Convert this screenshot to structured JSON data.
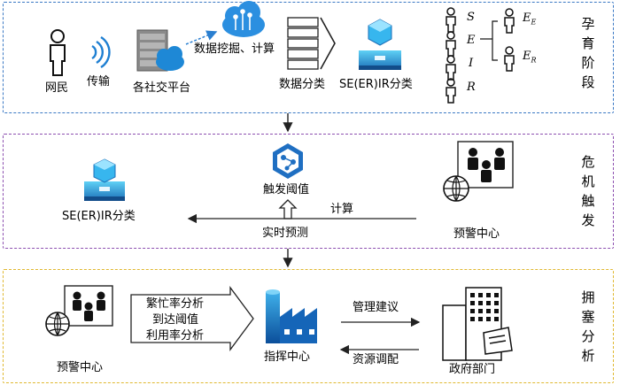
{
  "sections": {
    "incubation": {
      "title": "孕育阶段",
      "border_color": "#3a78c4",
      "labels": {
        "netizen": "网民",
        "transmit": "传输",
        "platform": "各社交平台",
        "mining": "数据挖掘、计算",
        "classify": "数据分类",
        "seir": "SE(ER)IR分类"
      },
      "compartments": {
        "s": "S",
        "e": "E",
        "i": "I",
        "r": "R",
        "ee_main": "E",
        "ee_sub": "E",
        "er_main": "E",
        "er_sub": "R"
      }
    },
    "crisis": {
      "title": "危机触发",
      "border_color": "#8c4fb0",
      "labels": {
        "seir": "SE(ER)IR分类",
        "threshold": "触发阈值",
        "calc": "计算",
        "realtime": "实时预测",
        "warning": "预警中心"
      }
    },
    "congestion": {
      "title": "拥塞分析",
      "border_color": "#e0b830",
      "labels": {
        "warning": "预警中心",
        "busy": "繁忙率分析",
        "reach": "到达阈值",
        "util": "利用率分析",
        "command": "指挥中心",
        "advice": "管理建议",
        "allocate": "资源调配",
        "gov": "政府部门"
      }
    }
  }
}
